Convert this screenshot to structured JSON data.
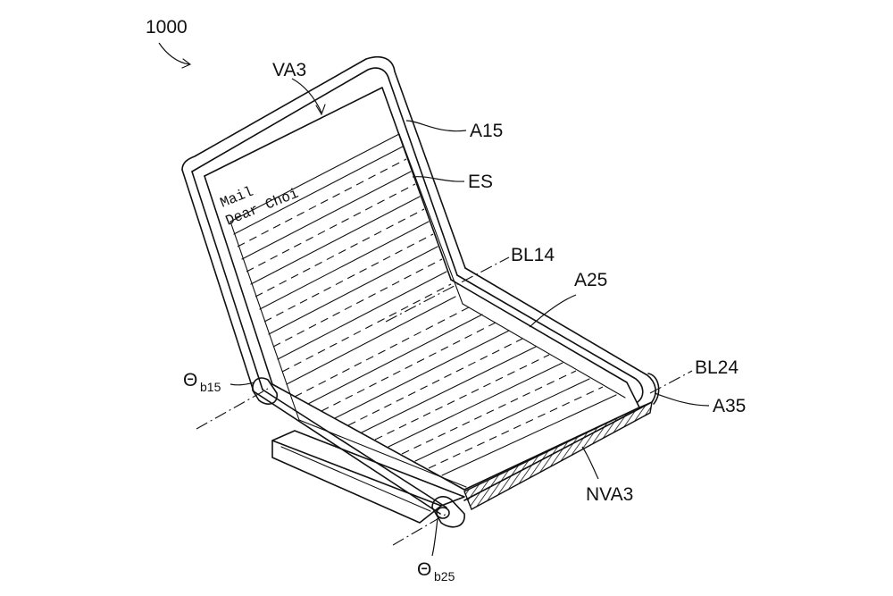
{
  "figure": {
    "reference_numeral": "1000",
    "labels": {
      "va3": "VA3",
      "a15": "A15",
      "es": "ES",
      "bl14": "BL14",
      "a25": "A25",
      "bl24": "BL24",
      "a35": "A35",
      "nva3": "NVA3",
      "theta_b15": {
        "symbol": "Θ",
        "subscript": "b15"
      },
      "theta_b25": {
        "symbol": "Θ",
        "subscript": "b25"
      }
    },
    "screen_text": {
      "line1": "Mail",
      "line2": "Dear Choi"
    },
    "colors": {
      "ink": "#111111",
      "paper": "#ffffff"
    }
  }
}
